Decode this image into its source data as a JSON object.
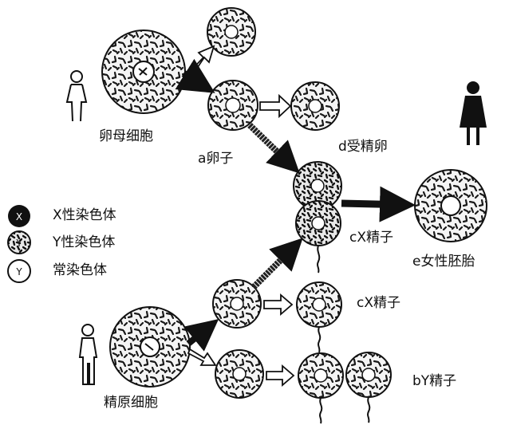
{
  "labels": {
    "oocyte": "卵母细胞",
    "egg": "a卵子",
    "fertilized_egg": "d受精卵",
    "sperm_x_top": "cX精子",
    "female_embryo": "e女性胚胎",
    "sperm_x_mid": "cX精子",
    "sperm_y": "bY精子",
    "spermatogonium": "精原细胞"
  },
  "legend": [
    {
      "symbol": "X",
      "text": "X性染色体"
    },
    {
      "symbol": "Y",
      "text": "Y性染色体"
    },
    {
      "symbol": "Y",
      "text": "常染色体"
    }
  ],
  "icons": {
    "female": "female-figure-icon",
    "male": "male-figure-icon",
    "female_embryo_figure": "female-dress-figure-icon"
  }
}
